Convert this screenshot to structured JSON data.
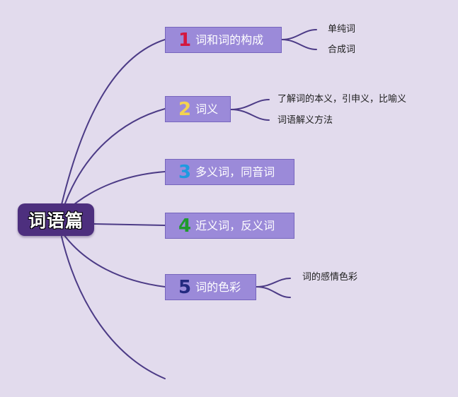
{
  "root": {
    "label": "词语篇"
  },
  "topics": [
    {
      "number": "1",
      "number_color": "#d4173f",
      "label": "词和词的构成",
      "subtopics": [
        "单纯词",
        "合成词"
      ]
    },
    {
      "number": "2",
      "number_color": "#f4d34f",
      "label": "词义",
      "subtopics": [
        "了解词的本义，引申义，比喻义",
        "词语解义方法"
      ]
    },
    {
      "number": "3",
      "number_color": "#1f9ae0",
      "label": "多义词，同音词",
      "subtopics": []
    },
    {
      "number": "4",
      "number_color": "#1f9a2e",
      "label": "近义词，反义词",
      "subtopics": []
    },
    {
      "number": "5",
      "number_color": "#23297f",
      "label": "词的色彩",
      "subtopics": [
        "词的感情色彩"
      ]
    }
  ]
}
